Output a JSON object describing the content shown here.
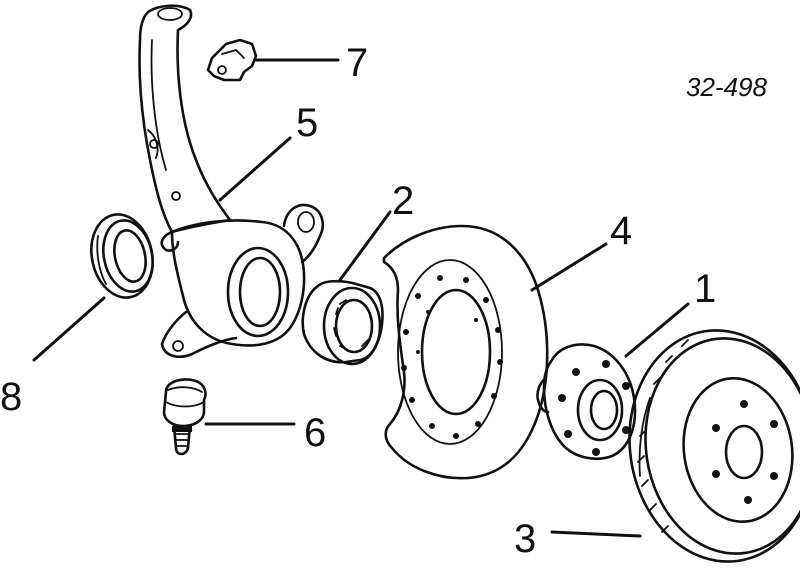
{
  "reference_code": "32-498",
  "callouts": {
    "hub": "1",
    "wheel_bearing": "2",
    "brake_disc": "3",
    "splash_shield": "4",
    "steering_knuckle": "5",
    "ball_joint": "6",
    "clip": "7",
    "oil_seal": "8"
  }
}
